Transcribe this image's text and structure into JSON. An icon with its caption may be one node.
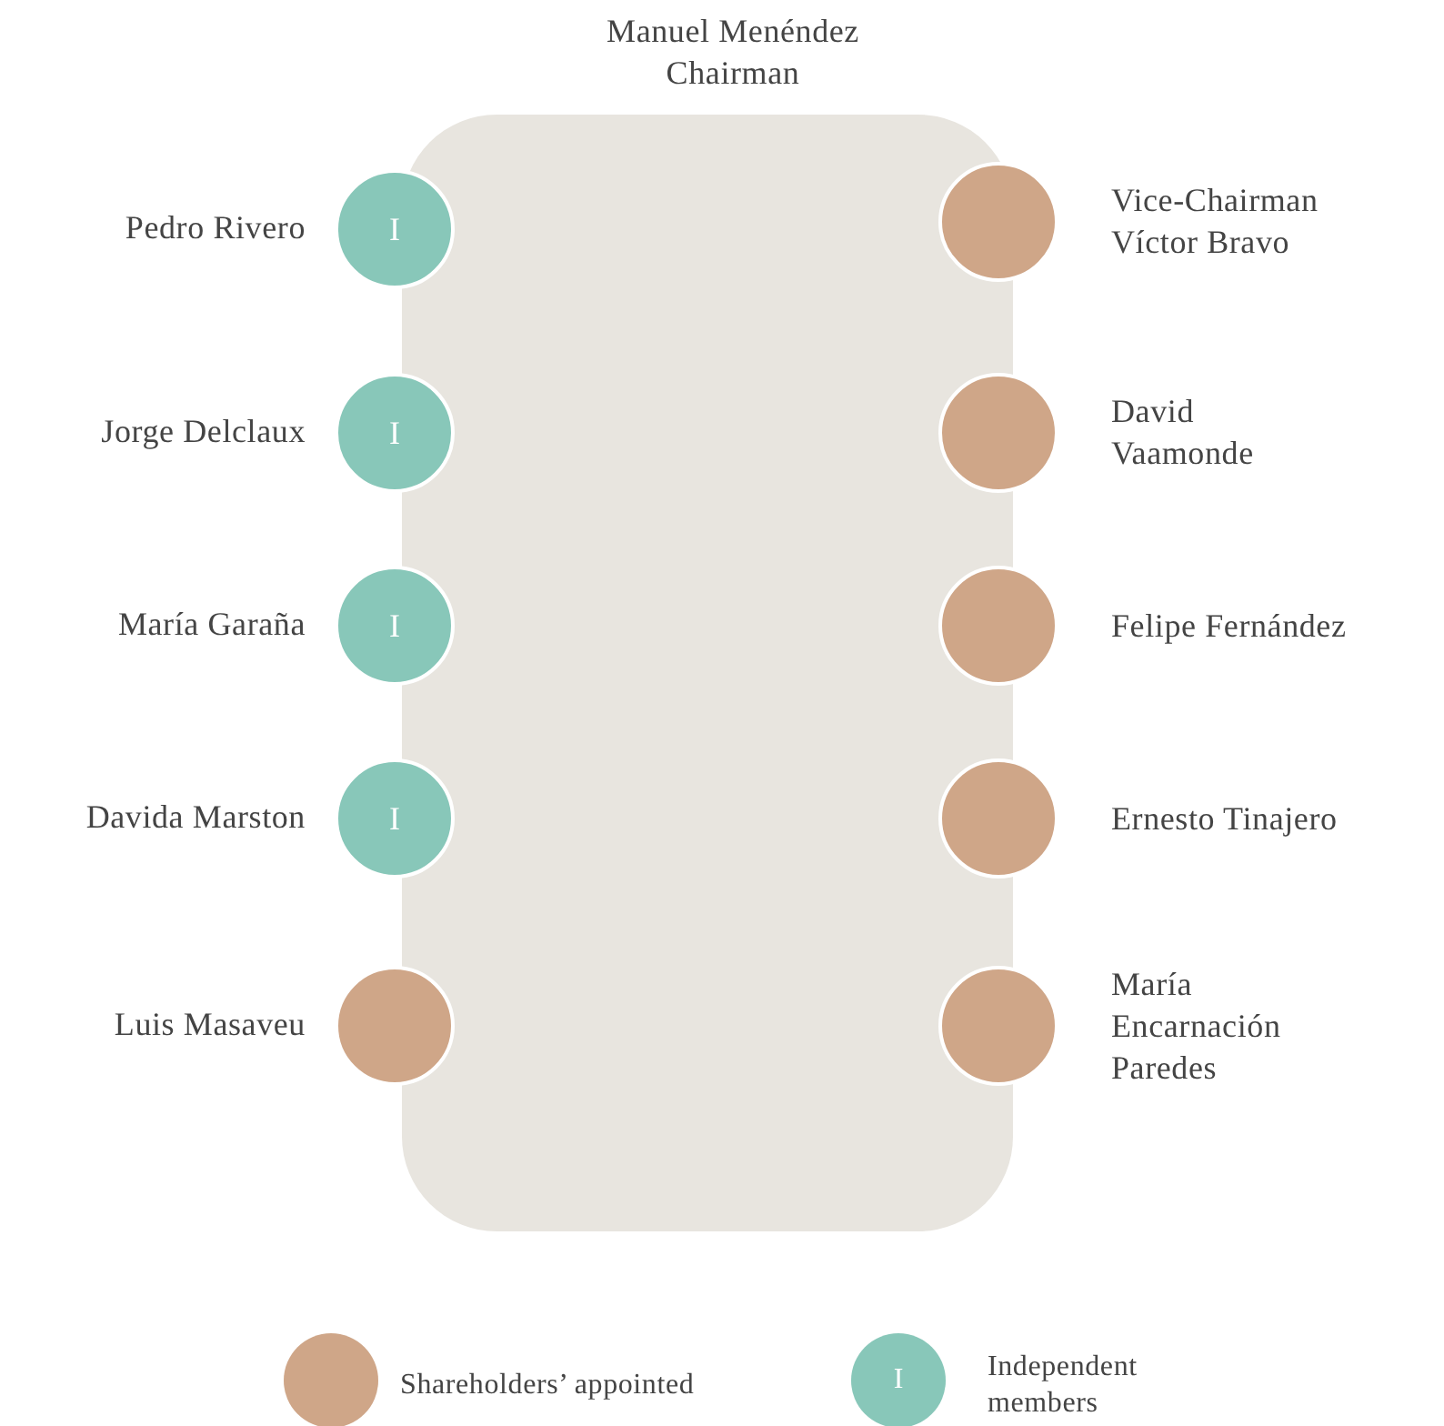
{
  "diagram": {
    "nodes": [
      {
        "text": [],
        "shape": "box"
      },
      {
        "text": [
          "I"
        ],
        "beside": [
          "Pedro Rivero"
        ]
      },
      {
        "text": [],
        "shape": "circle",
        "beside": [
          "Vice-Chairman Víctor Bravo"
        ]
      },
      {
        "text": [
          "I"
        ],
        "beside": [
          "Jorge Delclaux"
        ]
      },
      {
        "text": [],
        "shape": "circle",
        "beside": [
          "David Vaamonde"
        ]
      },
      {
        "text": [
          "I"
        ],
        "beside": [
          "María Garaña"
        ]
      },
      {
        "text": [],
        "shape": "circle",
        "beside": [
          "Felipe Fernández"
        ]
      },
      {
        "text": [
          "I"
        ],
        "beside": [
          "Davida Marston"
        ]
      },
      {
        "text": [],
        "shape": "circle",
        "beside": [
          "Ernesto Tinajero"
        ]
      },
      {
        "text": [],
        "shape": "circle",
        "beside": [
          "Luis Masaveu"
        ]
      },
      {
        "text": [],
        "shape": "circle",
        "beside": [
          "María Encarnación Paredes"
        ]
      }
    ],
    "labels": [
      "Manuel Menéndez Chairman",
      "I"
    ],
    "legend": [
      {
        "text": "Shareholders’ appointed",
        "color": "#cfa688"
      },
      {
        "text": "Independent members",
        "color": "#88c7b9"
      }
    ]
  }
}
